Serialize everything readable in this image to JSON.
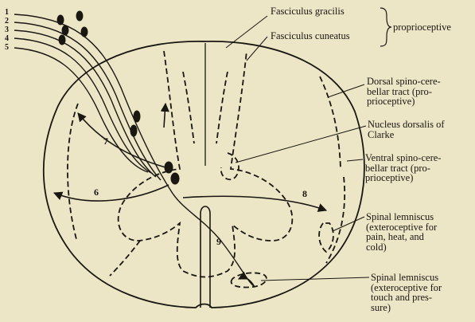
{
  "labels": {
    "fasciculus_gracilis": "Fasciculus gracilis",
    "fasciculus_cuneatus": "Fasciculus cuneatus",
    "proprioceptive": "proprioceptive",
    "dorsal_spinocerebellar": "Dorsal spino-cere-\nbellar tract (pro-\nprioceptive)",
    "nucleus_dorsalis": "Nucleus dorsalis of\nClarke",
    "ventral_spinocerebellar": "Ventral spino-cere-\nbellar tract (pro-\nprioceptive)",
    "spinal_lemniscus_1": "Spinal lemniscus\n(exteroceptive for\npain, heat, and\ncold)",
    "spinal_lemniscus_2": "Spinal lemniscus\n(exteroceptive for\ntouch and pres-\nsure)"
  },
  "fiber_numbers": [
    "1",
    "2",
    "3",
    "4",
    "5"
  ],
  "pathway_numbers": {
    "n6": "6",
    "n7": "7",
    "n8": "8",
    "n9": "9"
  },
  "colors": {
    "paper": "#ece5c6",
    "ink": "#1a1712"
  }
}
